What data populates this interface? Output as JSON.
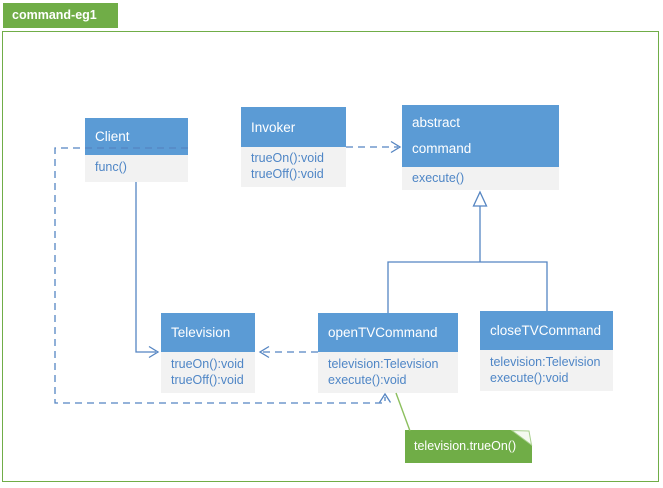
{
  "tab": {
    "title": "command-eg1"
  },
  "colors": {
    "green": "#70AD47",
    "accent_blue": "#5B9BD5",
    "body_bg": "#F2F2F2",
    "text_blue": "#4F86C6",
    "connector_blue": "#5585C2",
    "connector_green": "#8CBF5E"
  },
  "classes": [
    {
      "id": "client",
      "name": "Client",
      "members": [
        "func()"
      ]
    },
    {
      "id": "invoker",
      "name": "Invoker",
      "members": [
        "trueOn():void",
        "trueOff():void"
      ]
    },
    {
      "id": "abstract",
      "name": "abstract\ncommand",
      "members": [
        "execute()"
      ]
    },
    {
      "id": "television",
      "name": "Television",
      "members": [
        "trueOn():void",
        "trueOff():void"
      ]
    },
    {
      "id": "open",
      "name": "openTVCommand",
      "members": [
        "television:Television",
        "execute():void"
      ]
    },
    {
      "id": "close",
      "name": "closeTVCommand",
      "members": [
        "television:Television",
        "execute():void"
      ]
    }
  ],
  "note": {
    "text": "television.trueOn()"
  },
  "relationships": [
    {
      "from": "Invoker",
      "to": "abstract command",
      "type": "dependency-dashed-open-arrow"
    },
    {
      "from": "Client",
      "to": "Television",
      "type": "association-solid-open-arrow"
    },
    {
      "from": "openTVCommand",
      "to": "Television",
      "type": "dependency-dashed-open-arrow"
    },
    {
      "from": "Client",
      "to": "openTVCommand",
      "type": "dependency-dashed-open-arrow"
    },
    {
      "from": "openTVCommand",
      "to": "abstract command",
      "type": "generalization-hollow-triangle"
    },
    {
      "from": "closeTVCommand",
      "to": "abstract command",
      "type": "generalization-hollow-triangle"
    },
    {
      "from": "openTVCommand",
      "to": "note television.trueOn()",
      "type": "note-connector"
    }
  ]
}
